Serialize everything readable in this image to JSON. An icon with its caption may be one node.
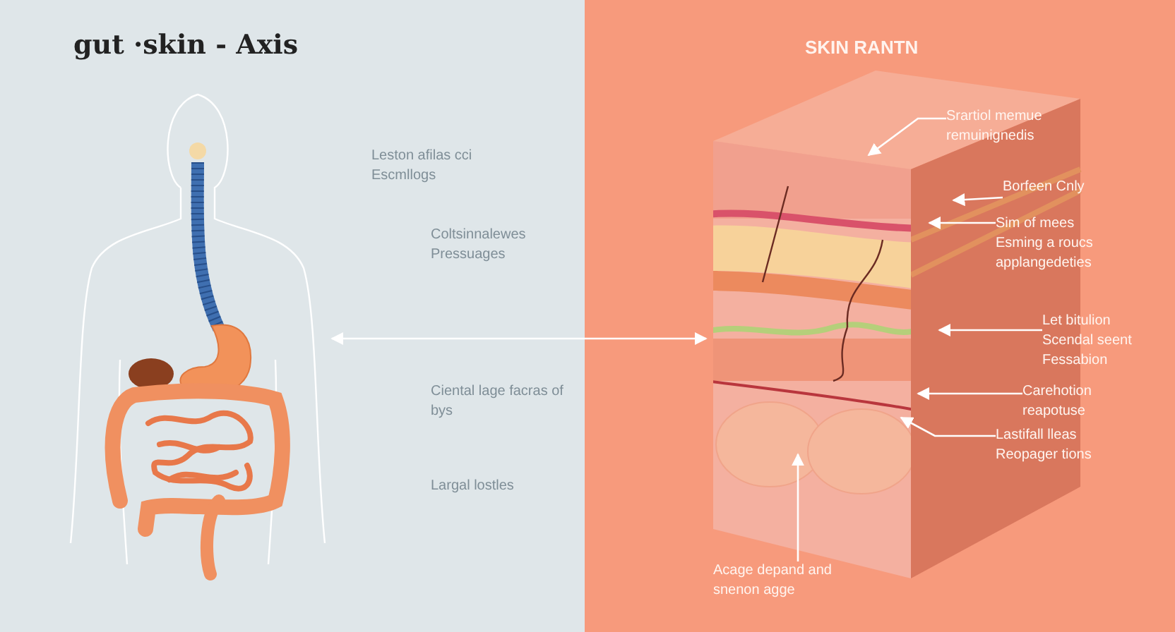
{
  "diagram": {
    "title": "gut ·skin - Axis",
    "nodes": [
      {
        "text": [],
        "shape": "picture"
      },
      {
        "text": [
          "SKIN RANTN"
        ]
      },
      {
        "text": [
          "Srartiol memue remuinignedis"
        ]
      },
      {
        "text": [
          "Borfeen Cnly"
        ]
      },
      {
        "text": [
          "Sim of mees Esming a roucs applangedeties"
        ]
      },
      {
        "text": [
          "Let bitulion Scendal seent Fessabion"
        ]
      },
      {
        "text": [
          "Carehotion reapotuse"
        ]
      },
      {
        "text": [
          "Lastifall lleas Reopager tions"
        ]
      },
      {
        "text": [
          "Acage depand and snenon agge"
        ]
      }
    ],
    "edges": [
      {
        "from": 0,
        "to": 1,
        "arrow": "both"
      },
      {
        "from": 2,
        "to": 1,
        "arrow": "to"
      },
      {
        "from": 3,
        "to": 1,
        "arrow": "to"
      },
      {
        "from": 4,
        "to": 1,
        "arrow": "to"
      },
      {
        "from": 5,
        "to": 1,
        "arrow": "to"
      },
      {
        "from": 6,
        "to": 1,
        "arrow": "to"
      },
      {
        "from": 7,
        "to": 1,
        "arrow": "to"
      },
      {
        "from": 8,
        "to": 1,
        "arrow": "to"
      }
    ],
    "labels": [
      "Leston afilas cci Escmllogs",
      "Coltsinnalewes Pressuages",
      "Ciental lage facras of bys",
      "Largal lostles"
    ]
  }
}
